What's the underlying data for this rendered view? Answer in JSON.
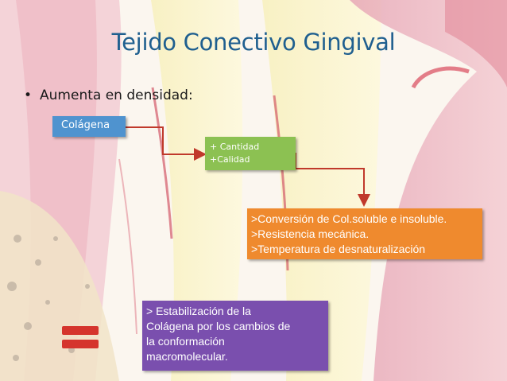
{
  "slide": {
    "title": "Tejido Conectivo Gingival",
    "bullet": "Aumenta en densidad:",
    "bullet_marker": "•"
  },
  "boxes": {
    "collagen": {
      "label": "Colágena",
      "color": "#4f93cf"
    },
    "quantity": {
      "lines": [
        "+ Cantidad",
        "+Calidad"
      ],
      "color": "#8cc152"
    },
    "conversion": {
      "lines": [
        ">Conversión de Col.soluble e insoluble.",
        ">Resistencia mecánica.",
        ">Temperatura de desnaturalización"
      ],
      "color": "#ef8a2e"
    },
    "stabilization": {
      "lines": [
        "> Estabilización de la",
        "Colágena por los cambios de",
        "la conformación",
        "macromolecular."
      ],
      "color": "#7a4fae"
    }
  },
  "colors": {
    "title": "#1f5f8f",
    "arrow": "#c0392b",
    "equals_sign": "#d5342d"
  },
  "icons": [
    "elbow-arrow-icon",
    "equals-sign-icon"
  ]
}
